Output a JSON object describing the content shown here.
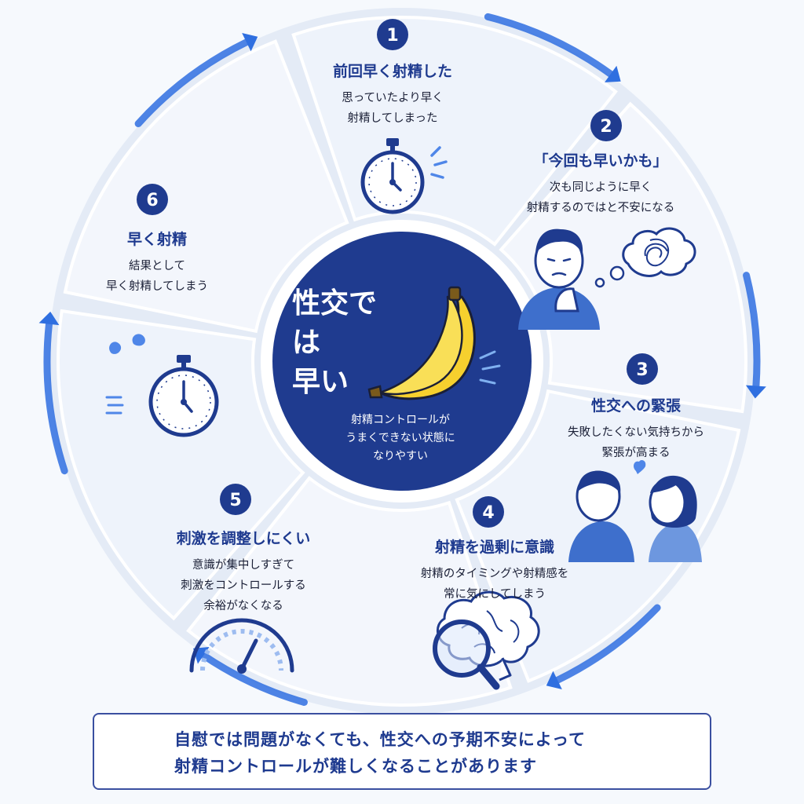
{
  "center": {
    "title_line1": "性交では",
    "title_line2": "早い",
    "caption_lines": [
      "射精コントロールが",
      "うまくできない状態に",
      "なりやすい"
    ]
  },
  "steps": [
    {
      "number": "1",
      "title": "前回早く射精した",
      "lines": [
        "思っていたより早く",
        "射精してしまった"
      ],
      "icon": "stopwatch-icon"
    },
    {
      "number": "2",
      "title": "「今回も早いかも」",
      "lines": [
        "次も同じように早く",
        "射精するのではと不安になる"
      ],
      "icon": "worried-man-icon"
    },
    {
      "number": "3",
      "title": "性交への緊張",
      "lines": [
        "失敗したくない気持ちから",
        "緊張が高まる"
      ],
      "icon": "couple-icon"
    },
    {
      "number": "4",
      "title": "射精を過剰に意識",
      "lines": [
        "射精のタイミングや射精感を",
        "常に気にしてしまう"
      ],
      "icon": "brain-magnifier-icon"
    },
    {
      "number": "5",
      "title": "刺激を調整しにくい",
      "lines": [
        "意識が集中しすぎて",
        "刺激をコントロールする",
        "余裕がなくなる"
      ],
      "icon": "gauge-icon"
    },
    {
      "number": "6",
      "title": "早く射精",
      "lines": [
        "結果として",
        "早く射精してしまう"
      ],
      "icon": "stopwatch-icon"
    }
  ],
  "footer": {
    "line1": "自慰では問題がなくても、性交への予期不安によって",
    "line2": "射精コントロールが難しくなることがあります",
    "icon": "lightbulb-icon"
  },
  "colors": {
    "navy": "#1f3b8f",
    "accent_blue": "#2f6fe0",
    "banana": "#f6d02e",
    "segment_bg": "#eef3fb"
  }
}
